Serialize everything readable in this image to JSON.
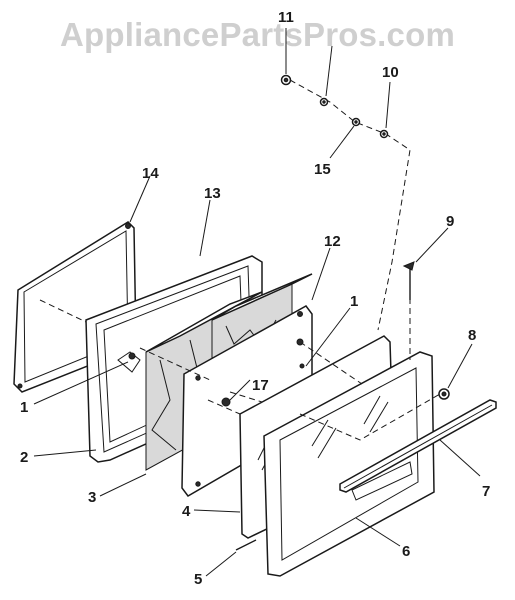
{
  "watermark": "AppliancePartsPros.com",
  "callouts": {
    "c1a": "1",
    "c1b": "1",
    "c2": "2",
    "c3": "3",
    "c4": "4",
    "c5": "5",
    "c6": "6",
    "c7": "7",
    "c8": "8",
    "c9": "9",
    "c10": "10",
    "c11": "11",
    "c12": "12",
    "c13": "13",
    "c14": "14",
    "c15": "15",
    "c17": "17"
  }
}
